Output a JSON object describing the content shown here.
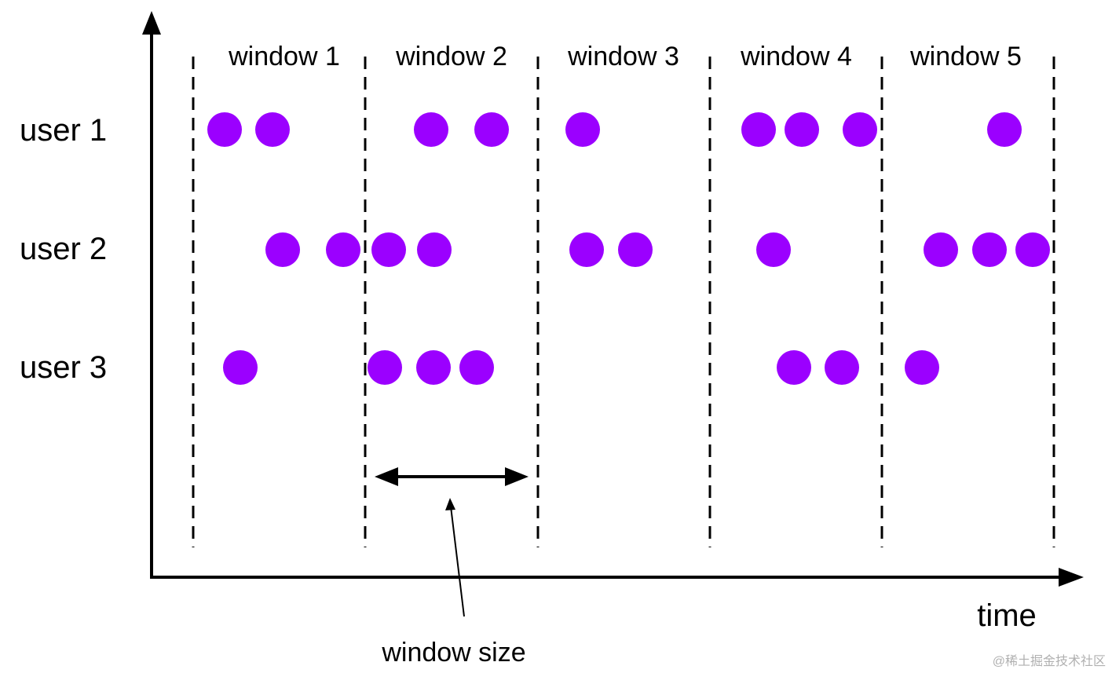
{
  "colors": {
    "event": "#9b00ff",
    "stroke": "#000000",
    "watermark": "#b0b0b0"
  },
  "axis": {
    "x_label": "time"
  },
  "windows": [
    {
      "label": "window 1"
    },
    {
      "label": "window 2"
    },
    {
      "label": "window 3"
    },
    {
      "label": "window 4"
    },
    {
      "label": "window 5"
    }
  ],
  "users": [
    {
      "label": "user 1"
    },
    {
      "label": "user 2"
    },
    {
      "label": "user 3"
    }
  ],
  "annotation": {
    "label": "window size"
  },
  "watermark": "@稀土掘金技术社区"
}
